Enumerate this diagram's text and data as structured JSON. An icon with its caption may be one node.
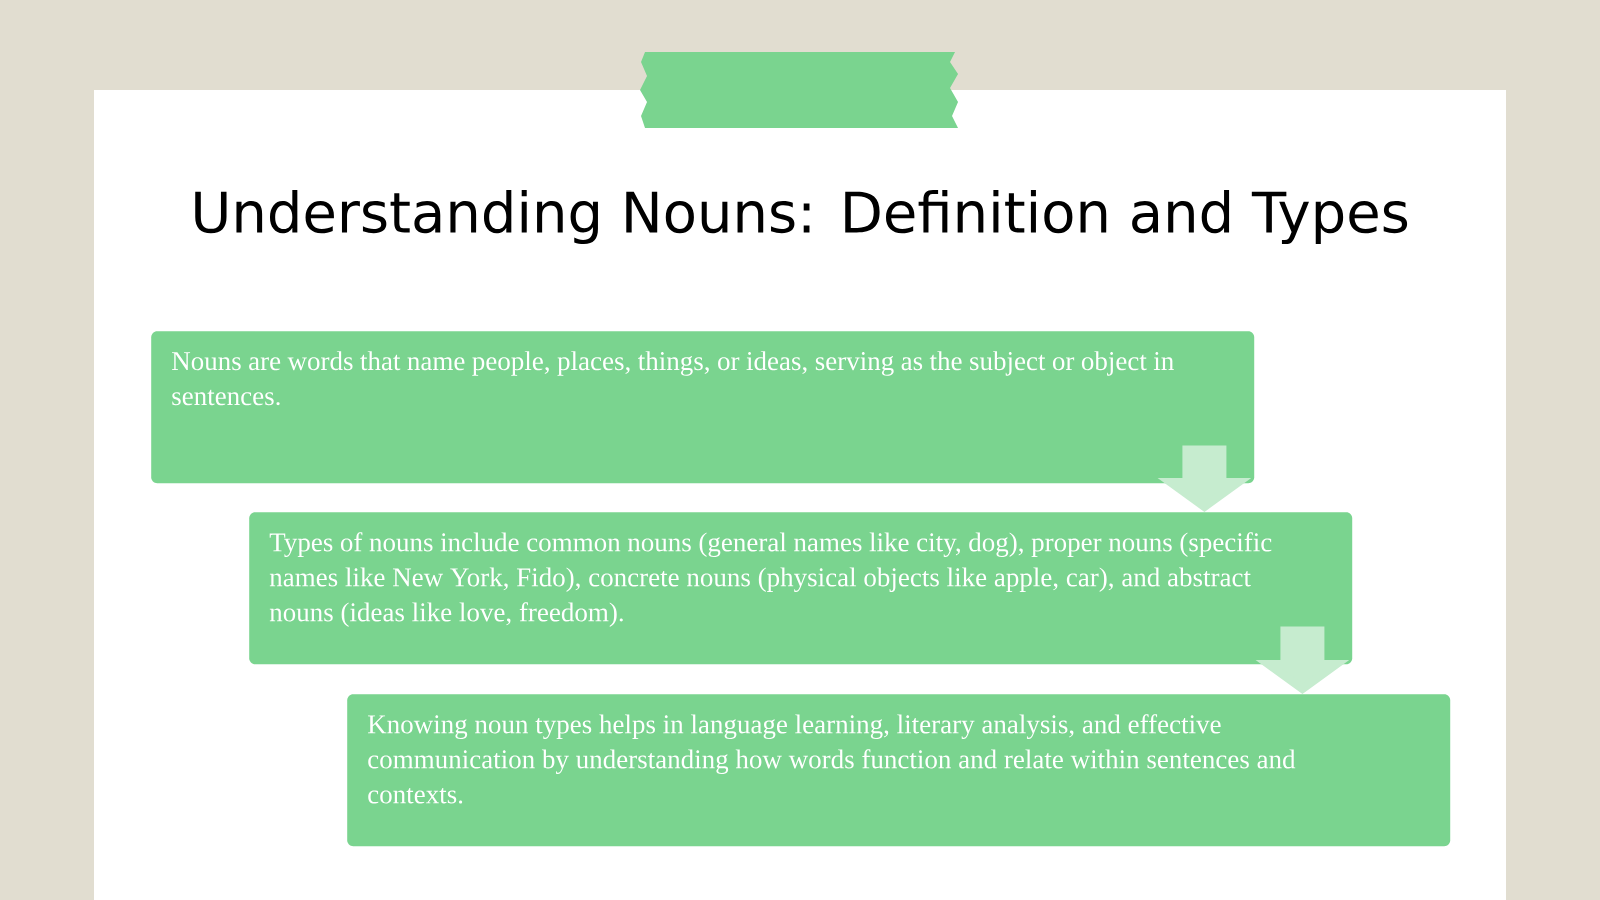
{
  "diagram": {
    "title": "Understanding Nouns: Definition and Types",
    "nodes": [
      {
        "text": [
          "Nouns are words that name people, places, things, or ideas, serving as the subject or object in sentences."
        ]
      },
      {
        "text": [
          "Types of nouns include common nouns (general names like city, dog), proper nouns (specific names like New York, Fido), concrete nouns (physical objects like apple, car), and abstract nouns (ideas like love, freedom)."
        ]
      },
      {
        "text": [
          "Knowing noun types helps in language learning, literary analysis, and effective communication by understanding how words function and relate within sentences and contexts."
        ]
      }
    ],
    "edges": [
      {
        "from": 0,
        "to": 1,
        "arrow": "to"
      },
      {
        "from": 1,
        "to": 2,
        "arrow": "to"
      }
    ]
  }
}
